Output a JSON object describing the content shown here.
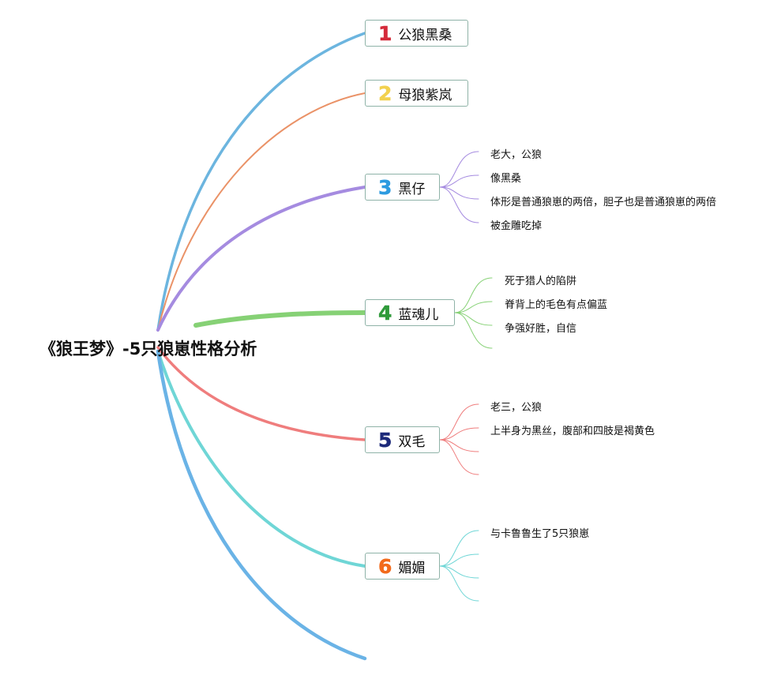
{
  "title": "《狼王梦》-5只狼崽性格分析",
  "branches": [
    {
      "num": "1",
      "num_color": "#d42a3a",
      "line_color": "#6cb5df",
      "label": "公狼黑桑",
      "leaves": []
    },
    {
      "num": "2",
      "num_color": "#f2d14e",
      "line_color": "#ea9267",
      "label": "母狼紫岚",
      "leaves": []
    },
    {
      "num": "3",
      "num_color": "#2d9be0",
      "line_color": "#a58be0",
      "label": "黑仔",
      "leaves": [
        "老大，公狼",
        "像黑桑",
        "体形是普通狼崽的两倍，胆子也是普通狼崽的两倍",
        "被金雕吃掉"
      ]
    },
    {
      "num": "4",
      "num_color": "#2f9a3a",
      "line_color": "#86d175",
      "label": "蓝魂儿",
      "leaves": [
        "死于猎人的陷阱",
        "脊背上的毛色有点偏蓝",
        "争强好胜，自信",
        ""
      ]
    },
    {
      "num": "5",
      "num_color": "#1d2a7a",
      "line_color": "#ef7d7d",
      "label": "双毛",
      "leaves": [
        "老三，公狼",
        "上半身为黑丝，腹部和四肢是褐黄色",
        "",
        ""
      ]
    },
    {
      "num": "6",
      "num_color": "#f26a1b",
      "line_color": "#6fd6d6",
      "label": "媚媚",
      "leaves": [
        "与卡鲁鲁生了5只狼崽",
        "",
        "",
        ""
      ]
    }
  ],
  "extra_line_color": "#6ab3e6"
}
